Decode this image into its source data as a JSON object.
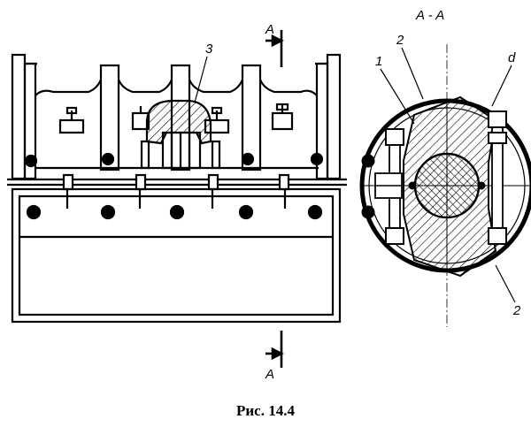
{
  "figure": {
    "caption": "Рис. 14.4",
    "section_label": "A - A",
    "cut_label": "A",
    "part_labels": {
      "one": "1",
      "two": "2",
      "three": "3",
      "d": "d"
    }
  }
}
